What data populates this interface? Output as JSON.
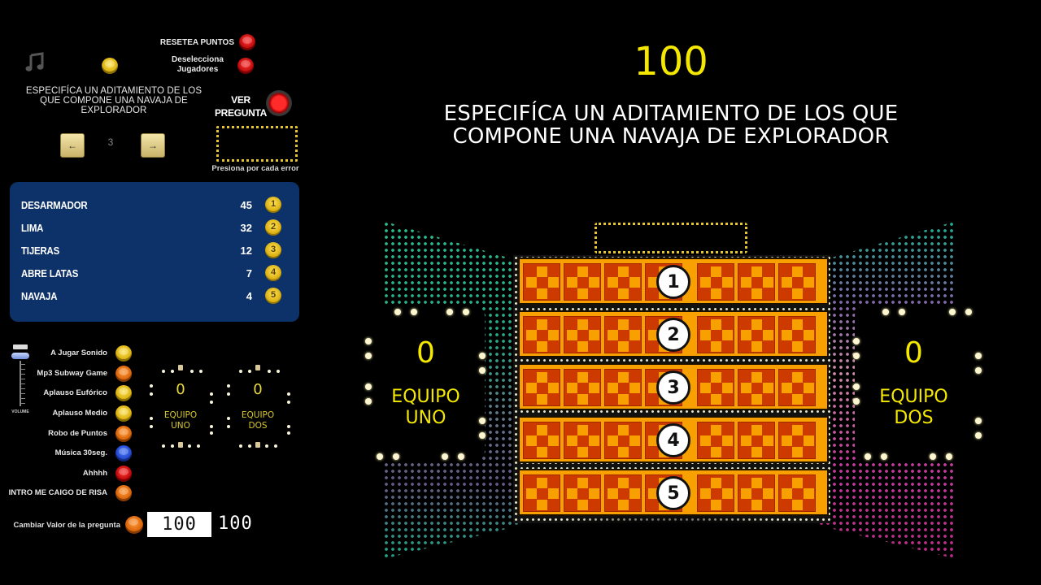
{
  "controls": {
    "reset_points_label": "RESETEA PUNTOS",
    "deselect_players_label": "Deselecciona Jugadores",
    "question_preview": "ESPECIFÍCA UN ADITAMIENTO DE LOS QUE COMPONE UNA NAVAJA DE EXPLORADOR",
    "ver_pregunta_label": "VER PREGUNTA",
    "prev_arrow": "←",
    "next_arrow": "→",
    "question_index": "3",
    "error_caption": "Presiona por cada error",
    "icons": {
      "music": "music-note-icon"
    }
  },
  "answers": [
    {
      "text": "DESARMADOR",
      "points": "45",
      "number": "1"
    },
    {
      "text": "LIMA",
      "points": "32",
      "number": "2"
    },
    {
      "text": "TIJERAS",
      "points": "12",
      "number": "3"
    },
    {
      "text": "ABRE LATAS",
      "points": "7",
      "number": "4"
    },
    {
      "text": "NAVAJA",
      "points": "4",
      "number": "5"
    }
  ],
  "volume": {
    "value": "100",
    "label": "VOLUME"
  },
  "sounds": [
    {
      "label": "A Jugar Sonido",
      "color": "yellow"
    },
    {
      "label": "Mp3 Subway Game",
      "color": "orange"
    },
    {
      "label": "Aplauso Eufórico",
      "color": "yellow"
    },
    {
      "label": "Aplauso Medio",
      "color": "yellow"
    },
    {
      "label": "Robo de Puntos",
      "color": "orange"
    },
    {
      "label": "Música 30seg.",
      "color": "blue"
    },
    {
      "label": "Ahhhh",
      "color": "red"
    },
    {
      "label": "INTRO  ME CAIGO DE RISA",
      "color": "orange"
    }
  ],
  "mini_scores": {
    "team1": {
      "score": "0",
      "name_line1": "EQUIPO",
      "name_line2": "UNO"
    },
    "team2": {
      "score": "0",
      "name_line1": "EQUIPO",
      "name_line2": "DOS"
    }
  },
  "change_value": {
    "label": "Cambiar Valor de la pregunta",
    "input_value": "100",
    "display_value": "100"
  },
  "stage": {
    "round_points": "100",
    "question_line1": "ESPECIFÍCA UN ADITAMIENTO DE LOS QUE",
    "question_line2": "COMPONE UNA NAVAJA DE EXPLORADOR",
    "board_numbers": [
      "1",
      "2",
      "3",
      "4",
      "5"
    ],
    "team1": {
      "score": "0",
      "name_line1": "EQUIPO",
      "name_line2": "UNO"
    },
    "team2": {
      "score": "0",
      "name_line1": "EQUIPO",
      "name_line2": "DOS"
    }
  },
  "colors": {
    "panel_blue": "#0d3269",
    "score_yellow": "#f5e800",
    "board_orange": "#f7a000",
    "tile_red": "#cc3a00"
  }
}
